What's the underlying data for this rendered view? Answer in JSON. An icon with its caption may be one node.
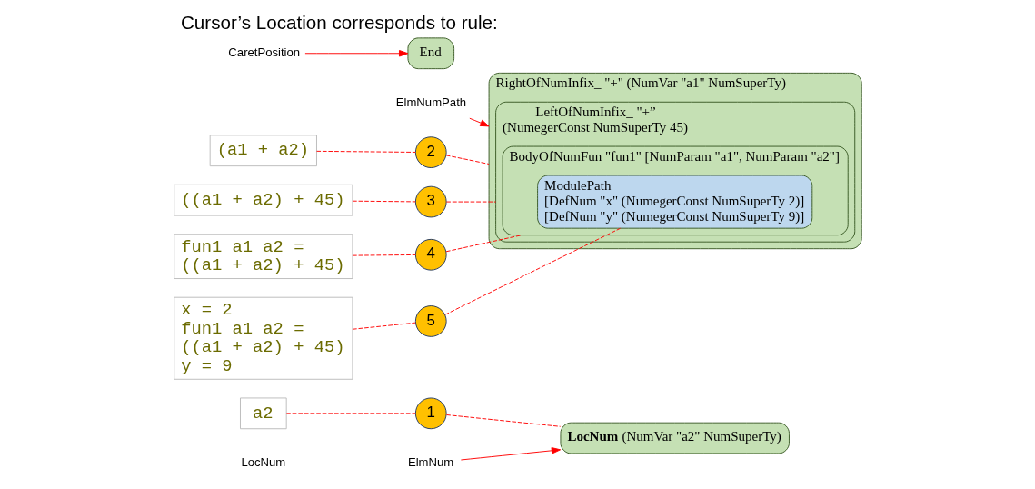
{
  "diagram": {
    "title": "Cursor’s Location corresponds to rule:",
    "nodes": [
      {
        "text": [
          "ElmNum"
        ]
      },
      {
        "text": [
          "ElmNumPath"
        ]
      },
      {
        "text": [
          "CaretPosition"
        ]
      },
      {
        "text": [
          "a2"
        ]
      },
      {
        "text": [
          "1"
        ]
      },
      {
        "text": [
          "**LocNum** (NumVar \"a2\" NumSuperTy)"
        ]
      },
      {
        "text": [
          "(a1 + a2)"
        ]
      },
      {
        "text": [
          "2"
        ]
      },
      {
        "text": [
          "RightOfNumInfix_ \"+\" (NumVar \"a1\" NumSuperTy)"
        ]
      },
      {
        "text": [
          "LeftOfNumInfix_ \"+”",
          "(NumegerConst NumSuperTy 45)"
        ],
        "in": 8
      },
      {
        "text": [
          "((a1 + a2) + 45)"
        ]
      },
      {
        "text": [
          "3"
        ]
      },
      {
        "text": [
          "BodyOfNumFun \"fun1\" [NumParam \"a1\", NumParam \"a2\"]"
        ],
        "in": 9
      },
      {
        "text": [
          "fun1 a1 a2 =",
          "((a1 + a2) + 45)"
        ]
      },
      {
        "text": [
          "4"
        ]
      },
      {
        "text": [
          "ModulePath",
          "[DefNum \"x\" (NumegerConst NumSuperTy 2)]",
          "[DefNum \"y\" (NumegerConst NumSuperTy 9)]"
        ],
        "in": 12
      },
      {
        "text": [
          "x = 2",
          "fun1 a1 a2 =",
          "((a1 + a2) + 45)",
          "y = 9"
        ]
      },
      {
        "text": [
          "5"
        ]
      },
      {
        "text": [
          "End"
        ]
      }
    ],
    "edges": [
      {
        "from": 0,
        "to": 5,
        "arrow": "to"
      },
      {
        "from": 1,
        "to": 8,
        "arrow": "to"
      },
      {
        "from": 2,
        "to": 18,
        "arrow": "to"
      },
      {
        "from": 3,
        "to": 4,
        "arrow": "none",
        "style": "dashed"
      },
      {
        "from": 4,
        "to": 5,
        "arrow": "none",
        "style": "dashed"
      },
      {
        "from": 6,
        "to": 7,
        "arrow": "none",
        "style": "dashed"
      },
      {
        "from": 7,
        "to": 8,
        "arrow": "none",
        "style": "dashed"
      },
      {
        "from": 10,
        "to": 11,
        "arrow": "none",
        "style": "dashed"
      },
      {
        "from": 11,
        "to": 9,
        "arrow": "none",
        "style": "dashed"
      },
      {
        "from": 13,
        "to": 14,
        "arrow": "none",
        "style": "dashed"
      },
      {
        "from": 14,
        "to": 12,
        "arrow": "none",
        "style": "dashed"
      },
      {
        "from": 16,
        "to": 17,
        "arrow": "none",
        "style": "dashed"
      },
      {
        "from": 17,
        "to": 15,
        "arrow": "none",
        "style": "dashed"
      }
    ],
    "labels": [
      "LocNum"
    ]
  }
}
